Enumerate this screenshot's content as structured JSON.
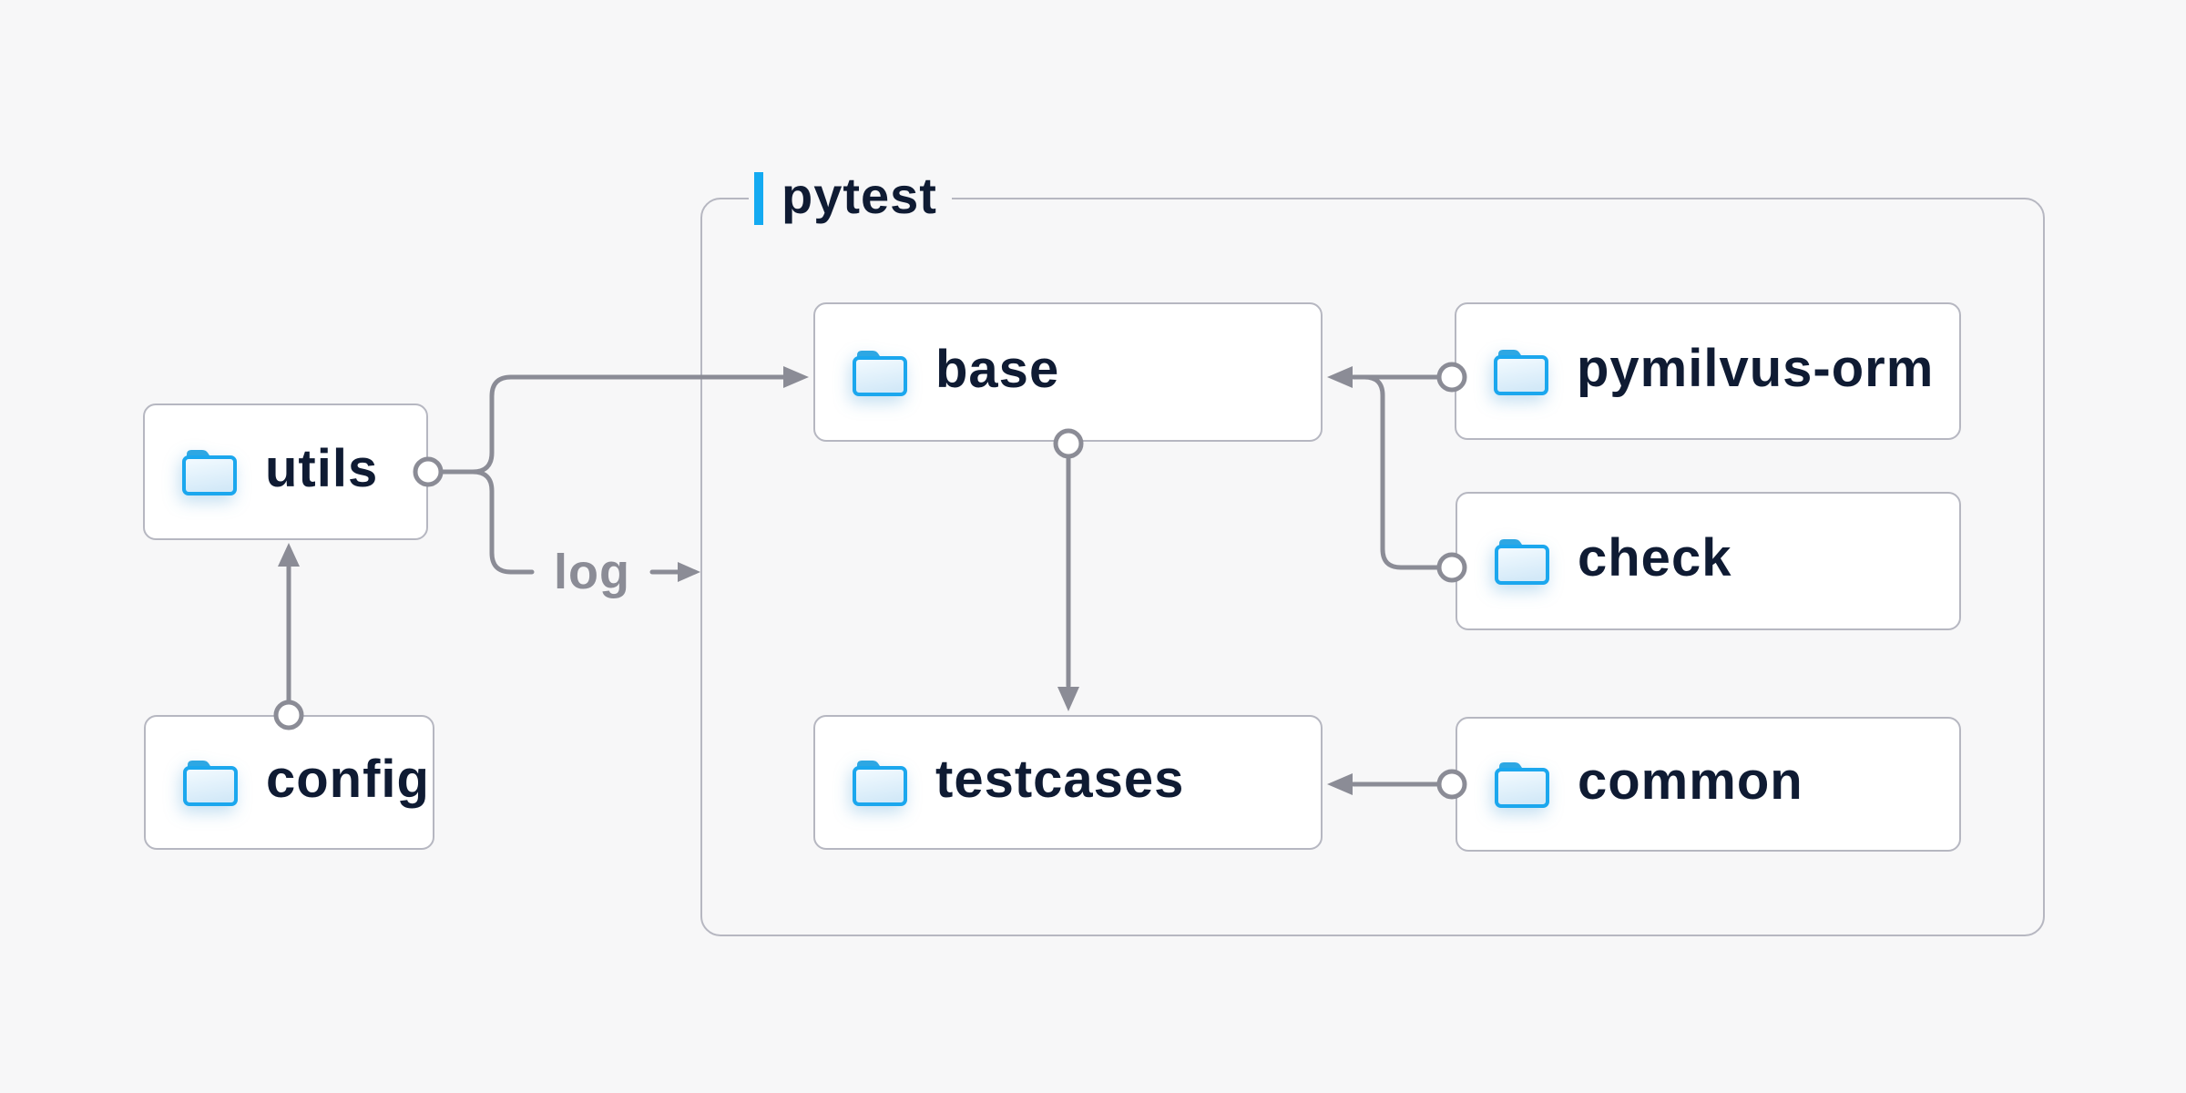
{
  "group": {
    "label": "pytest",
    "accent_color": "#14aaf1"
  },
  "nodes": [
    {
      "id": "utils",
      "label": "utils",
      "icon": "folder-icon"
    },
    {
      "id": "config",
      "label": "config",
      "icon": "folder-icon"
    },
    {
      "id": "base",
      "label": "base",
      "icon": "folder-icon"
    },
    {
      "id": "testcases",
      "label": "testcases",
      "icon": "folder-icon"
    },
    {
      "id": "pymilvus-orm",
      "label": "pymilvus-orm",
      "icon": "folder-icon"
    },
    {
      "id": "check",
      "label": "check",
      "icon": "folder-icon"
    },
    {
      "id": "common",
      "label": "common",
      "icon": "folder-icon"
    }
  ],
  "edges": [
    {
      "from": "config",
      "to": "utils"
    },
    {
      "from": "utils",
      "to": "base"
    },
    {
      "from": "utils",
      "to": "pytest",
      "label": "log"
    },
    {
      "from": "pymilvus-orm",
      "to": "base"
    },
    {
      "from": "check",
      "to": "base"
    },
    {
      "from": "base",
      "to": "testcases"
    },
    {
      "from": "common",
      "to": "testcases"
    }
  ],
  "colors": {
    "background": "#f7f7f8",
    "node_fill": "#ffffff",
    "node_border": "#b6b7c1",
    "wire": "#8b8c96",
    "text": "#0f1b33",
    "edge_label_text": "#8b8c96",
    "folder_stroke": "#1ba7ee",
    "folder_tab": "#2ea7e3"
  }
}
